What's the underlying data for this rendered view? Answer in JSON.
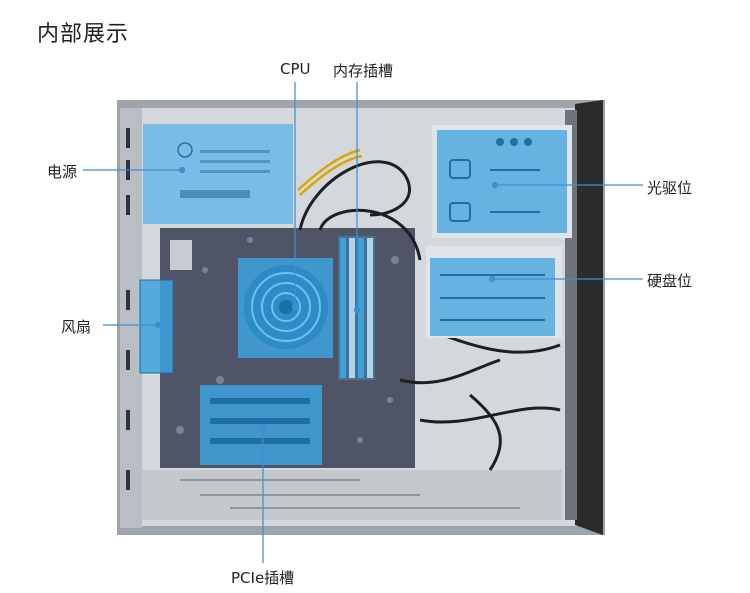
{
  "page": {
    "title": "内部展示"
  },
  "labels": {
    "cpu": "CPU",
    "memory_slot": "内存插槽",
    "power_supply": "电源",
    "fan": "风扇",
    "optical_drive_bay": "光驱位",
    "hard_drive_bay": "硬盘位",
    "pcie_slot": "PCIe插槽"
  },
  "colors": {
    "highlight_blue": "#3ea2dd",
    "leader_line": "#3c8fd0",
    "chassis_dark": "#2b2b2b",
    "chassis_gray": "#b9bec4",
    "motherboard": "#4f5566"
  }
}
